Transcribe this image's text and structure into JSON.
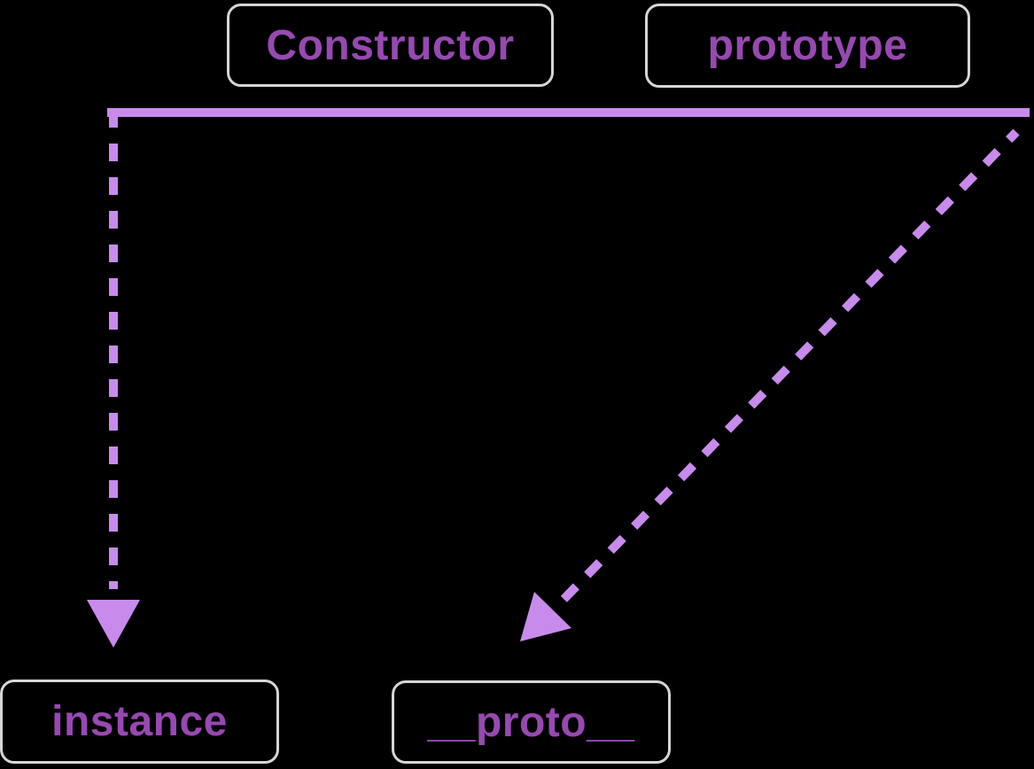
{
  "colors": {
    "background": "#000000",
    "node_text": "#9749b1",
    "node_border": "#d6d6d6",
    "arrow": "#c88bec"
  },
  "nodes": {
    "constructor": {
      "label": "Constructor"
    },
    "prototype": {
      "label": "prototype"
    },
    "instance": {
      "label": "instance"
    },
    "proto": {
      "label": "__proto__"
    }
  },
  "edges": [
    {
      "from": "Constructor",
      "to": "prototype",
      "style": "solid-line"
    },
    {
      "from": "Constructor",
      "to": "instance",
      "style": "dashed-arrow"
    },
    {
      "from": "prototype",
      "to": "__proto__",
      "style": "dashed-arrow"
    }
  ]
}
